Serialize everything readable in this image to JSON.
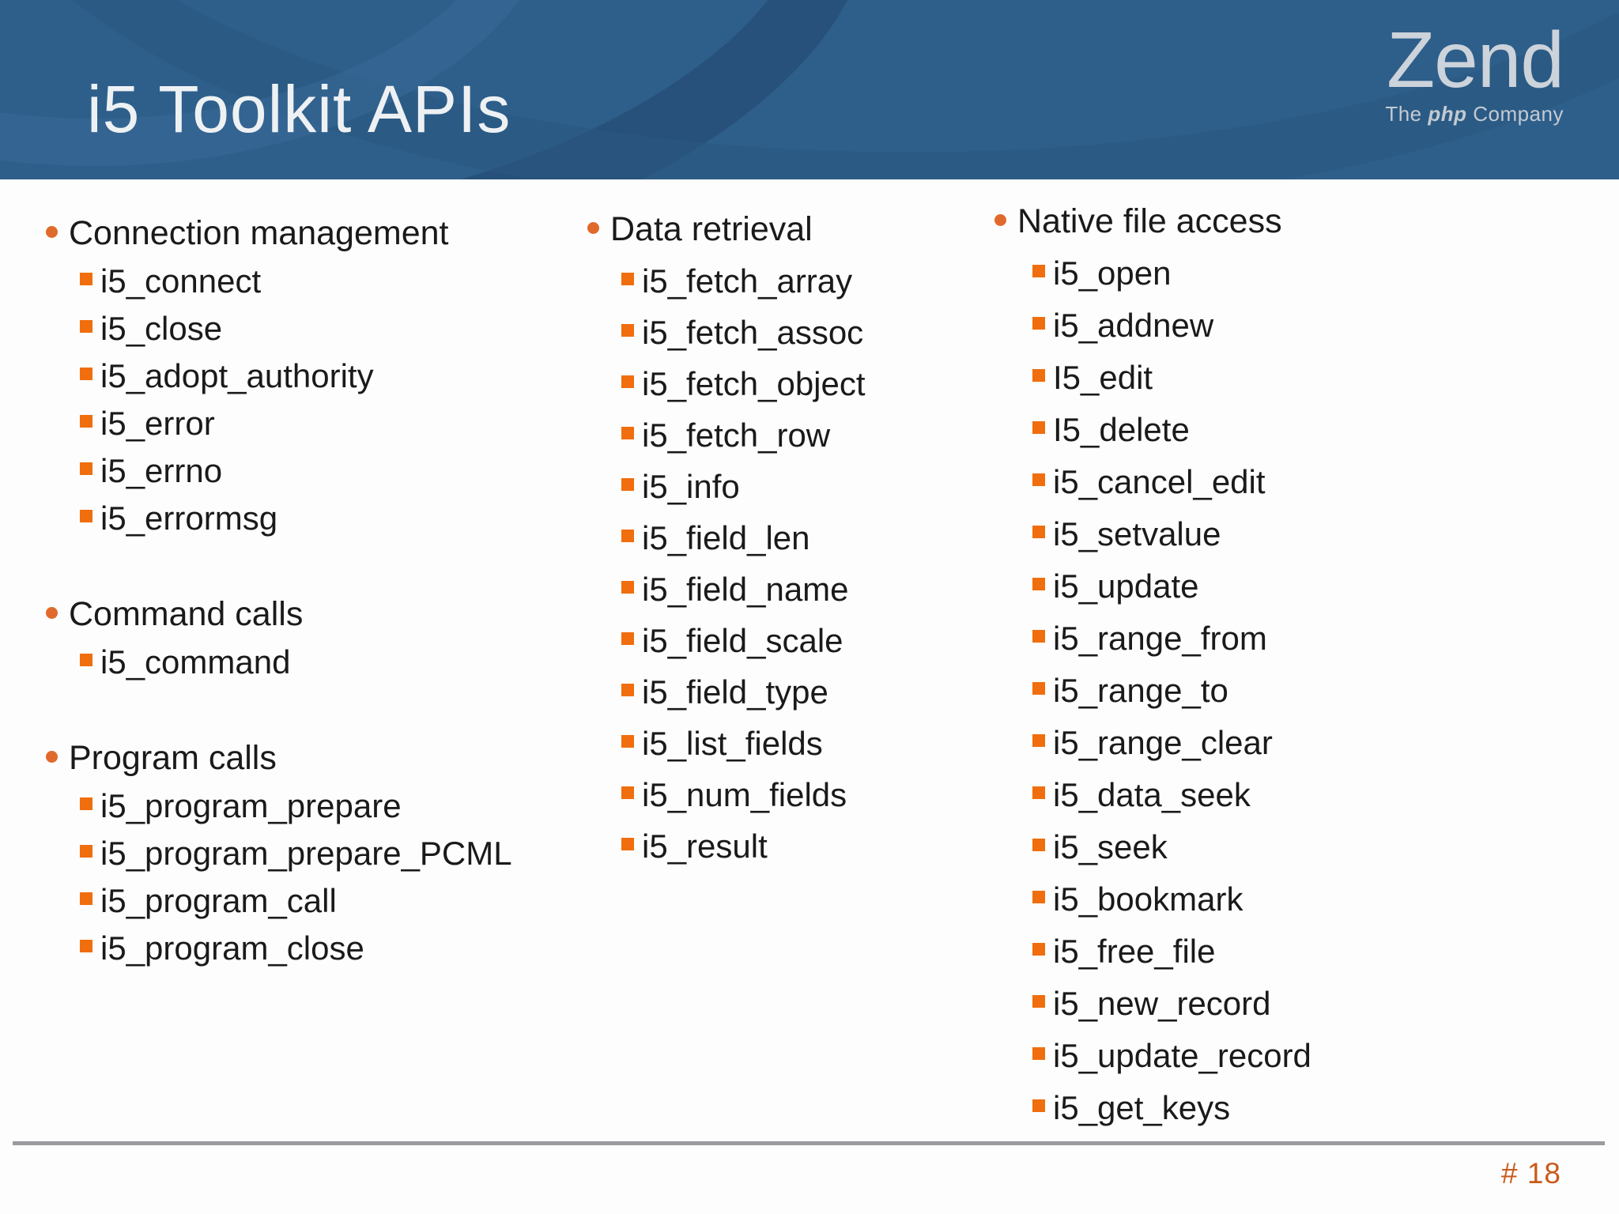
{
  "slide": {
    "title": "i5 Toolkit APIs",
    "page_number": "# 18"
  },
  "logo": {
    "name": "Zend",
    "tagline_pre": "The ",
    "tagline_emphasis": "php",
    "tagline_post": " Company"
  },
  "columns": [
    {
      "groups": [
        {
          "title": "Connection management",
          "items": [
            "i5_connect",
            "i5_close",
            "i5_adopt_authority",
            "i5_error",
            "i5_errno",
            "i5_errormsg"
          ]
        },
        {
          "title": "Command calls",
          "items": [
            "i5_command"
          ]
        },
        {
          "title": "Program calls",
          "items": [
            "i5_program_prepare",
            "i5_program_prepare_PCML",
            "i5_program_call",
            "i5_program_close"
          ]
        }
      ]
    },
    {
      "groups": [
        {
          "title": "Data retrieval",
          "items": [
            "i5_fetch_array",
            "i5_fetch_assoc",
            "i5_fetch_object",
            "i5_fetch_row",
            "i5_info",
            "i5_field_len",
            "i5_field_name",
            "i5_field_scale",
            "i5_field_type",
            "i5_list_fields",
            "i5_num_fields",
            "i5_result"
          ]
        }
      ]
    },
    {
      "groups": [
        {
          "title": "Native file access",
          "items": [
            "i5_open",
            "i5_addnew",
            "I5_edit",
            "I5_delete",
            "i5_cancel_edit",
            "i5_setvalue",
            "i5_update",
            "i5_range_from",
            "i5_range_to",
            "i5_range_clear",
            "i5_data_seek",
            "i5_seek",
            "i5_bookmark",
            "i5_free_file",
            "i5_new_record",
            "i5_update_record",
            "i5_get_keys"
          ]
        }
      ]
    }
  ],
  "colors": {
    "header_blue": "#2E5F8B",
    "swoosh_dark": "#27517B",
    "title_text": "#EEF1F3",
    "logo_text": "#CDD3DA",
    "tagline_text": "#C3CAD2",
    "body_text": "#1A1A1A",
    "bullet_dot": "#E06A2B",
    "bullet_square": "#F06E0D",
    "divider_gray": "#9B9A9E",
    "page_number_orange": "#C95B1A",
    "slide_bg": "#FDFDFD"
  }
}
